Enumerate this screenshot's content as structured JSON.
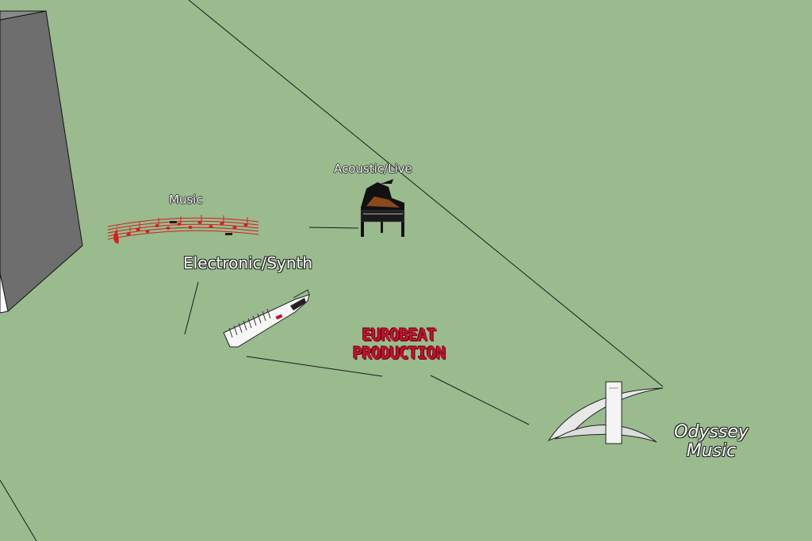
{
  "labels": {
    "music": "Music",
    "acoustic": "Acoustic/Live",
    "electronic": "Electronic/Synth",
    "eurobeat_line1": "EUROBEAT",
    "eurobeat_line2": "PRODUCTION",
    "odyssey_line1": "Odyssey",
    "odyssey_line2": "Music"
  },
  "colors": {
    "ground": "#99bb8e",
    "block": "#6e6e6e",
    "notes": "#d22020",
    "eurobeat": "#c8102e"
  },
  "icons": [
    "music-staff-icon",
    "grand-piano-icon",
    "keytar-icon",
    "odyssey-logo-icon"
  ]
}
